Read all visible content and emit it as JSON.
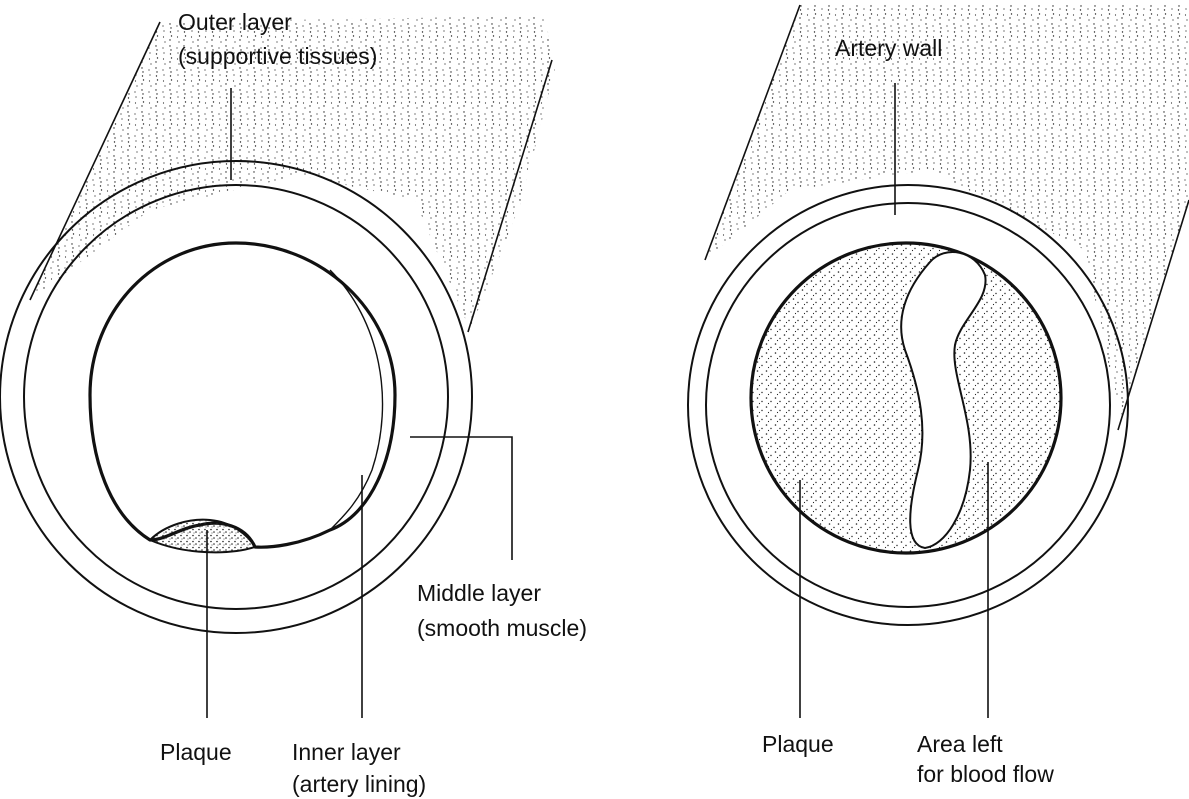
{
  "left_figure": {
    "outer_label": [
      "Outer layer",
      "(supportive tissues)"
    ],
    "middle_label": [
      "Middle layer",
      "(smooth muscle)"
    ],
    "plaque_label": "Plaque",
    "inner_label": [
      "Inner layer",
      "(artery lining)"
    ]
  },
  "right_figure": {
    "wall_label": "Artery wall",
    "plaque_label": "Plaque",
    "flow_label": [
      "Area left",
      "for blood flow"
    ]
  },
  "colors": {
    "ink": "#111111",
    "paper": "#ffffff"
  }
}
